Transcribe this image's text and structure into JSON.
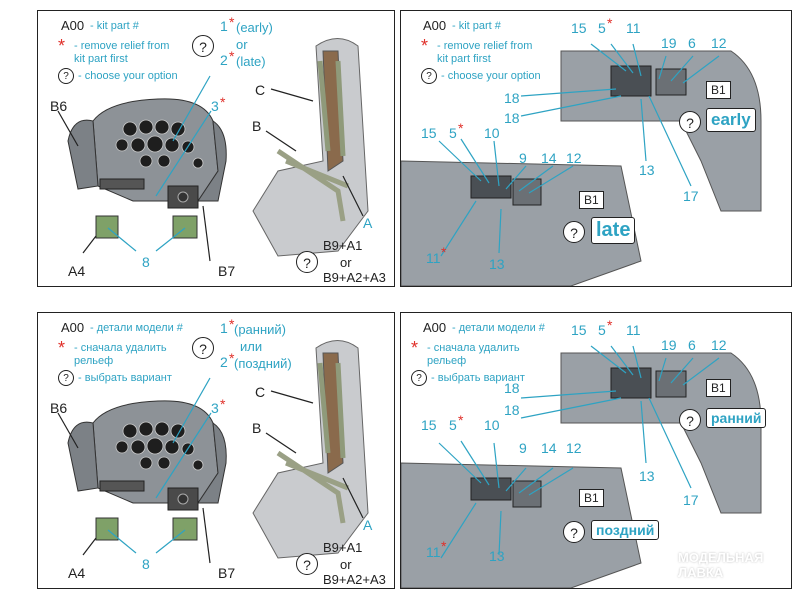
{
  "panels": {
    "tl": {
      "code": "A00",
      "code_desc": "- kit part #",
      "remove_note_line1": "- remove relief from",
      "remove_note_line2": "kit part first",
      "choose_note": "- choose your option",
      "opt1_num": "1",
      "opt1_text": "(early)",
      "opt_or": "or",
      "opt2_num": "2",
      "opt2_text": "(late)",
      "num3": "3",
      "lbl_B6": "B6",
      "lbl_A4": "A4",
      "lbl_8": "8",
      "lbl_B7": "B7"
    },
    "tr_seat": {
      "lbl_C": "C",
      "lbl_B": "B",
      "lbl_A": "A",
      "combo1": "B9+A1",
      "combo_or": "or",
      "combo2": "B9+A2+A3"
    },
    "tr": {
      "code": "A00",
      "code_desc": "- kit part #",
      "remove_note_line1": "- remove relief from",
      "remove_note_line2": "kit part first",
      "choose_note": "- choose your option",
      "top_nums": [
        "15",
        "5",
        "11",
        "19",
        "6",
        "12"
      ],
      "n18a": "18",
      "n18b": "18",
      "b1_top": "B1",
      "variant_top": "early",
      "n13_top": "13",
      "n17": "17",
      "mid_nums": [
        "15",
        "5",
        "10",
        "9",
        "14",
        "12"
      ],
      "b1_bottom": "B1",
      "variant_bottom": "late",
      "n11_bottom": "11",
      "n13_bottom": "13"
    },
    "bl": {
      "code": "A00",
      "code_desc": "- детали модели  #",
      "remove_note_line1": "- сначала удалить",
      "remove_note_line2": "рельеф",
      "choose_note": "- выбрать вариант",
      "opt1_num": "1",
      "opt1_text": "(ранний)",
      "opt_or": "или",
      "opt2_num": "2",
      "opt2_text": "(поздний)",
      "num3": "3",
      "lbl_B6": "B6",
      "lbl_A4": "A4",
      "lbl_8": "8",
      "lbl_B7": "B7"
    },
    "br_seat": {
      "lbl_C": "C",
      "lbl_B": "B",
      "lbl_A": "A",
      "combo1": "B9+A1",
      "combo_or": "or",
      "combo2": "B9+A2+A3"
    },
    "br": {
      "code": "A00",
      "code_desc": "- детали модели  #",
      "remove_note_line1": "- сначала удалить",
      "remove_note_line2": "рельеф",
      "choose_note": "- выбрать вариант",
      "top_nums": [
        "15",
        "5",
        "11",
        "19",
        "6",
        "12"
      ],
      "n18a": "18",
      "n18b": "18",
      "b1_top": "B1",
      "variant_top": "ранний",
      "n13_top": "13",
      "n17": "17",
      "mid_nums": [
        "15",
        "5",
        "10",
        "9",
        "14",
        "12"
      ],
      "b1_bottom": "B1",
      "variant_bottom": "поздний",
      "n11_bottom": "11",
      "n13_bottom": "13"
    }
  },
  "symbols": {
    "asterisk": "*",
    "question": "?"
  },
  "watermark": {
    "line1": "МОДЕЛЬНАЯ",
    "line2": "ЛАВКА"
  },
  "colors": {
    "accent": "#2ea3c3",
    "required": "#e0302a",
    "panel_grey": "#9aa0a6",
    "seat_grey": "#c9cbce"
  }
}
